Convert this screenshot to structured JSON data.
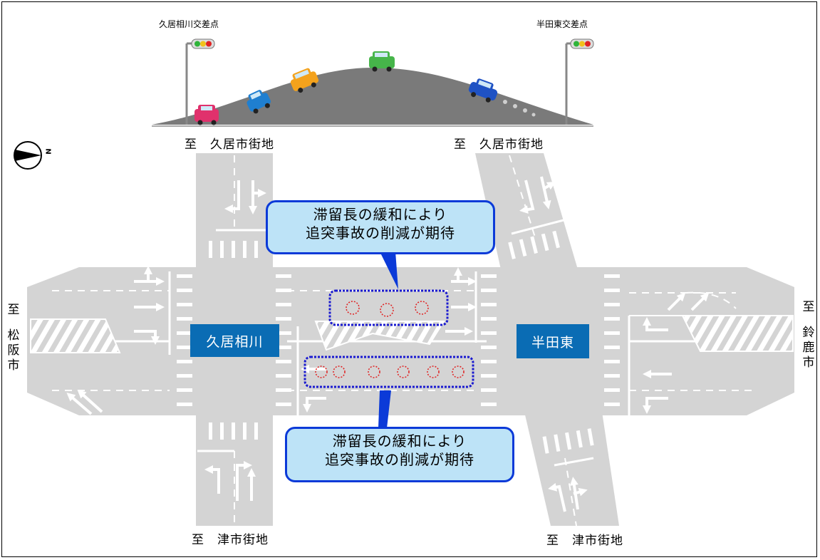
{
  "signals": {
    "left_name": "久居相川交差点",
    "right_name": "半田東交差点"
  },
  "destinations": {
    "north_left": "至　久居市街地",
    "north_right": "至　久居市街地",
    "west_to": "至",
    "west_city": [
      "松",
      "阪",
      "市"
    ],
    "east_to": "至",
    "east_city": [
      "鈴",
      "鹿",
      "市"
    ],
    "south_left": "至　津市街地",
    "south_right": "至　津市街地"
  },
  "intersections": {
    "left": "久居相川",
    "right": "半田東"
  },
  "callouts": {
    "upper": {
      "line1": "滞留長の緩和により",
      "line2": "追突事故の削減が期待"
    },
    "lower": {
      "line1": "滞留長の緩和により",
      "line2": "追突事故の削減が期待"
    }
  },
  "compass": {
    "north_letter": "N"
  },
  "colors": {
    "road": "#d4d4d4",
    "hill": "#7a7a7a",
    "tag_bg": "#0a6cb4",
    "callout_fill": "#bde3f7",
    "callout_border": "#0b3ad8",
    "queue_box": "#1a1ad0",
    "queue_circle": "#e02020"
  }
}
